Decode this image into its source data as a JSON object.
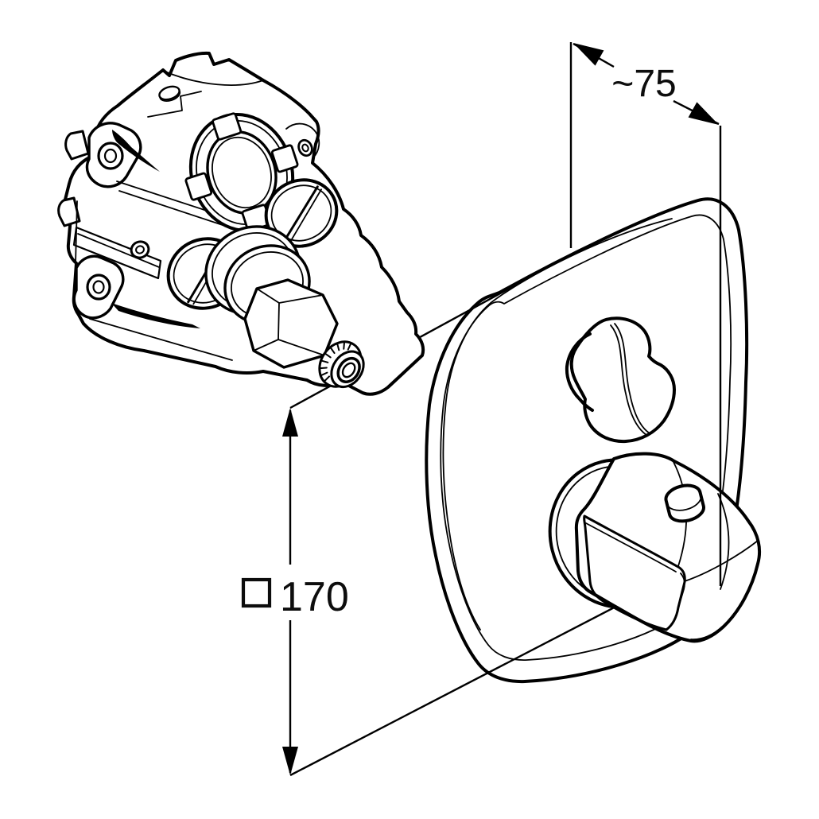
{
  "page": {
    "background_color": "#ffffff",
    "line_color": "#000000"
  },
  "diagram": {
    "kind": "installation dimension drawing",
    "parts": {
      "valve": "concealed-valve-body",
      "plate": "trim-plate",
      "small_handle": "lever-handle",
      "large_handle": "thermostat-knob",
      "button": "safety-stop-button"
    },
    "dims": {
      "depth": {
        "text": "~75",
        "value": 75,
        "approximate": true,
        "direction": "diagonal"
      },
      "plate_size": {
        "text": "170",
        "value": 170,
        "square_symbol": true,
        "symbol": "□",
        "direction": "vertical"
      }
    }
  }
}
